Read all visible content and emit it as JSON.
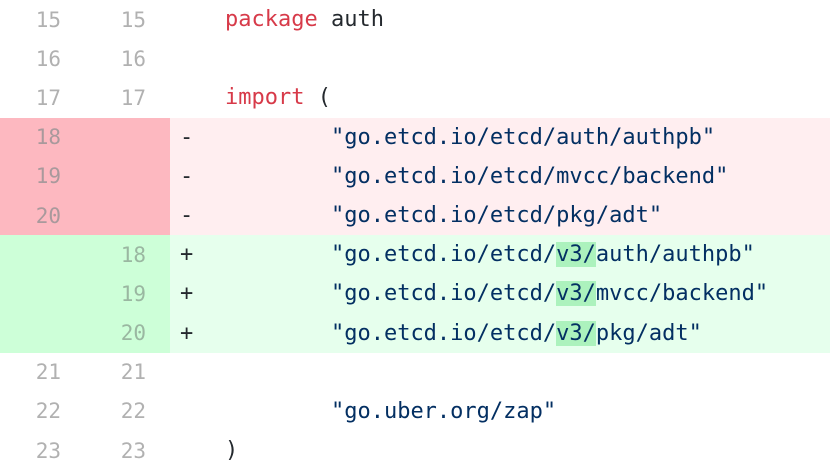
{
  "diff": {
    "file_language": "go",
    "colors": {
      "keyword": "#d73a49",
      "string": "#032f62",
      "plain": "#24292e",
      "line_number": "#b1b1b1",
      "deletion_gutter_bg": "#fdb8c0",
      "deletion_row_bg": "#ffeef0",
      "addition_gutter_bg": "#cdffd8",
      "addition_row_bg": "#e6ffed",
      "word_highlight_bg": "#acf2bd",
      "context_bg": "#ffffff"
    },
    "rows": [
      {
        "kind": "context",
        "old_line": "15",
        "new_line": "15",
        "marker": "",
        "indent": "",
        "tokens": [
          {
            "text": "package",
            "type": "keyword"
          },
          {
            "text": " ",
            "type": "plain"
          },
          {
            "text": "auth",
            "type": "plain"
          }
        ]
      },
      {
        "kind": "context",
        "old_line": "16",
        "new_line": "16",
        "marker": "",
        "indent": "",
        "tokens": []
      },
      {
        "kind": "context",
        "old_line": "17",
        "new_line": "17",
        "marker": "",
        "indent": "",
        "tokens": [
          {
            "text": "import",
            "type": "keyword"
          },
          {
            "text": " ",
            "type": "plain"
          },
          {
            "text": "(",
            "type": "plain"
          }
        ]
      },
      {
        "kind": "deletion",
        "old_line": "18",
        "new_line": "",
        "marker": "-",
        "indent": "\t",
        "tokens": [
          {
            "text": "\"go.etcd.io/etcd/auth/authpb\"",
            "type": "string"
          }
        ]
      },
      {
        "kind": "deletion",
        "old_line": "19",
        "new_line": "",
        "marker": "-",
        "indent": "\t",
        "tokens": [
          {
            "text": "\"go.etcd.io/etcd/mvcc/backend\"",
            "type": "string"
          }
        ]
      },
      {
        "kind": "deletion",
        "old_line": "20",
        "new_line": "",
        "marker": "-",
        "indent": "\t",
        "tokens": [
          {
            "text": "\"go.etcd.io/etcd/pkg/adt\"",
            "type": "string"
          }
        ]
      },
      {
        "kind": "addition",
        "old_line": "",
        "new_line": "18",
        "marker": "+",
        "indent": "\t",
        "tokens": [
          {
            "text": "\"go.etcd.io/etcd/",
            "type": "string"
          },
          {
            "text": "v3/",
            "type": "string",
            "highlight": true
          },
          {
            "text": "auth/authpb\"",
            "type": "string"
          }
        ]
      },
      {
        "kind": "addition",
        "old_line": "",
        "new_line": "19",
        "marker": "+",
        "indent": "\t",
        "tokens": [
          {
            "text": "\"go.etcd.io/etcd/",
            "type": "string"
          },
          {
            "text": "v3/",
            "type": "string",
            "highlight": true
          },
          {
            "text": "mvcc/backend\"",
            "type": "string"
          }
        ]
      },
      {
        "kind": "addition",
        "old_line": "",
        "new_line": "20",
        "marker": "+",
        "indent": "\t",
        "tokens": [
          {
            "text": "\"go.etcd.io/etcd/",
            "type": "string"
          },
          {
            "text": "v3/",
            "type": "string",
            "highlight": true
          },
          {
            "text": "pkg/adt\"",
            "type": "string"
          }
        ]
      },
      {
        "kind": "context",
        "old_line": "21",
        "new_line": "21",
        "marker": "",
        "indent": "",
        "tokens": []
      },
      {
        "kind": "context",
        "old_line": "22",
        "new_line": "22",
        "marker": "",
        "indent": "\t",
        "tokens": [
          {
            "text": "\"go.uber.org/zap\"",
            "type": "string"
          }
        ]
      },
      {
        "kind": "context",
        "old_line": "23",
        "new_line": "23",
        "marker": "",
        "indent": "",
        "tokens": [
          {
            "text": ")",
            "type": "plain"
          }
        ]
      }
    ]
  }
}
